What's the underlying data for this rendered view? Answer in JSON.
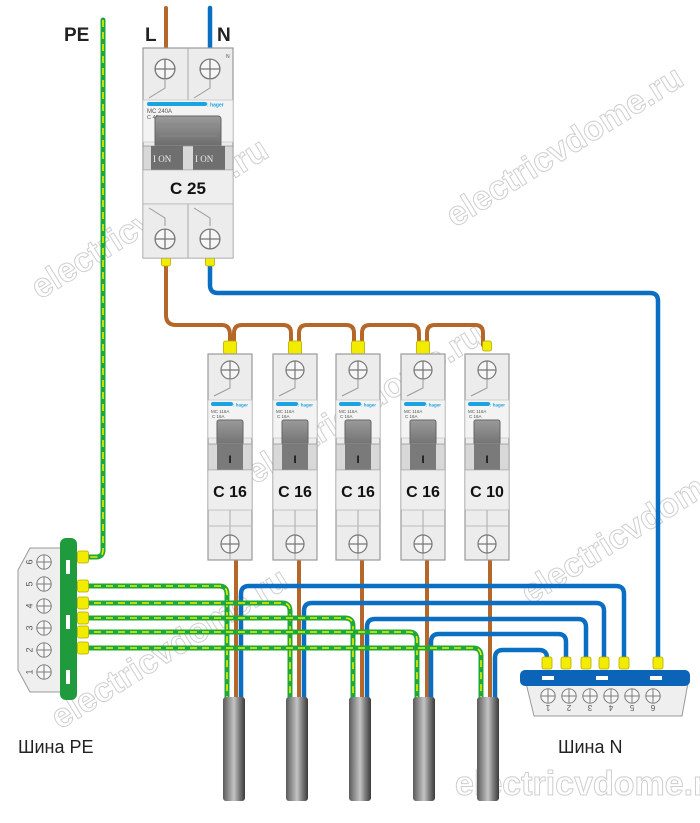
{
  "diagram": {
    "labels": {
      "pe": "PE",
      "l": "L",
      "n": "N",
      "pe_bus": "Шина PE",
      "n_bus": "Шина N"
    },
    "watermark": "electricvdome.ru",
    "main_breaker": {
      "model": "MC 240A",
      "sub": "C 40",
      "brand": ": hager",
      "handle_left": "I ON",
      "handle_right": "I ON",
      "rating": "C 25",
      "n_mark": "N"
    },
    "branch_breakers": [
      {
        "model": "MC 116A",
        "sub": "C 16A",
        "brand": ": hager",
        "handle": "I",
        "rating": "C 16"
      },
      {
        "model": "MC 116A",
        "sub": "C 16A",
        "brand": ": hager",
        "handle": "I",
        "rating": "C 16"
      },
      {
        "model": "MC 116A",
        "sub": "C 16A",
        "brand": ": hager",
        "handle": "I",
        "rating": "C 16"
      },
      {
        "model": "MC 116A",
        "sub": "C 16A",
        "brand": ": hager",
        "handle": "I",
        "rating": "C 16"
      },
      {
        "model": "MC 116A",
        "sub": "C 16A",
        "brand": ": hager",
        "handle": "I",
        "rating": "C 10"
      }
    ],
    "pe_bus_terminals": [
      "6",
      "5",
      "4",
      "3",
      "2",
      "1"
    ],
    "n_bus_terminals": [
      "1",
      "2",
      "3",
      "4",
      "5",
      "6"
    ],
    "colors": {
      "phase": "#b5672a",
      "neutral": "#0a6fc2",
      "pe_outer": "#1ea83a",
      "pe_stripe": "#e8f000",
      "lug": "#f2ec00",
      "pe_bar": "#1f9a3c",
      "n_bar": "#0b64b8",
      "breaker_body": "#ececec",
      "breaker_edge": "#9a9a9a",
      "brand_blue": "#1aa3e0"
    }
  }
}
